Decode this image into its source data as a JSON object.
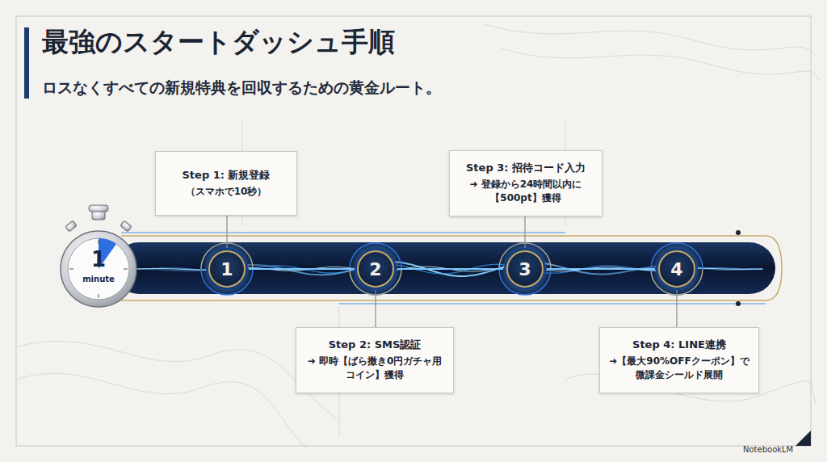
{
  "diagram": {
    "title": "最強のスタートダッシュ手順",
    "caption": "ロスなくすべての新規特典を回収するための黄金ルート。",
    "nodes": [
      {
        "text": [
          "1"
        ]
      },
      {
        "text": [
          "2"
        ]
      },
      {
        "text": [
          "3"
        ]
      },
      {
        "text": [
          "4"
        ]
      },
      {
        "text": [
          "Step 1: 新規登録",
          "（スマホで10秒）"
        ]
      },
      {
        "text": [
          "Step 2: SMS認証",
          "➜ 即時【ばら撒き0円ガチャ用コイン】獲得"
        ]
      },
      {
        "text": [
          "Step 3: 招待コード入力",
          "➜ 登録から24時間以内に【500pt】獲得"
        ]
      },
      {
        "text": [
          "Step 4: LINE連携",
          "➜【最大90%OFFクーポン】で微課金シールド展開"
        ]
      }
    ],
    "edges": [
      {
        "from": 0,
        "to": 1,
        "arrow": "none"
      },
      {
        "from": 1,
        "to": 2,
        "arrow": "none"
      },
      {
        "from": 2,
        "to": 3,
        "arrow": "none"
      },
      {
        "from": 4,
        "to": 0,
        "arrow": "none"
      },
      {
        "from": 5,
        "to": 1,
        "arrow": "none"
      },
      {
        "from": 6,
        "to": 2,
        "arrow": "none"
      },
      {
        "from": 7,
        "to": 3,
        "arrow": "none"
      }
    ],
    "labels": [
      "1",
      "minute",
      "NotebookLM"
    ]
  }
}
